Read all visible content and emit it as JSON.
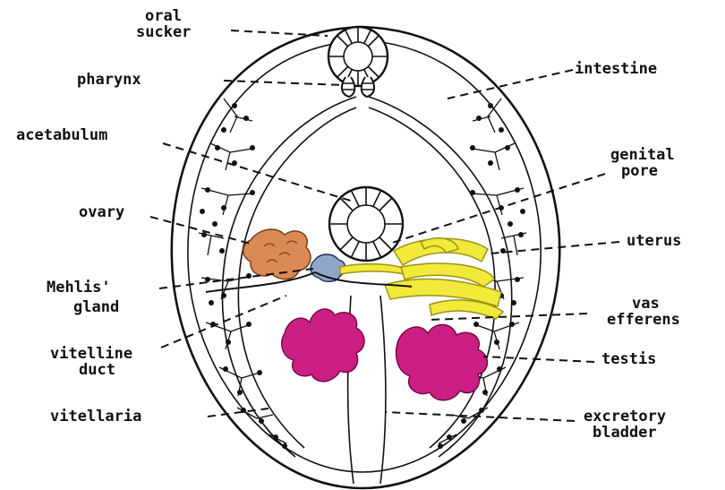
{
  "diagram": {
    "labels": {
      "oral_sucker_1": "oral",
      "oral_sucker_2": "sucker",
      "pharynx": "pharynx",
      "intestine": "intestine",
      "acetabulum": "acetabulum",
      "genital_pore_1": "genital",
      "genital_pore_2": "pore",
      "ovary": "ovary",
      "uterus": "uterus",
      "mehlis_gland_1": "Mehlis'",
      "mehlis_gland_2": "gland",
      "vas_efferens_1": "vas",
      "vas_efferens_2": "efferens",
      "vitelline_duct_1": "vitelline",
      "vitelline_duct_2": "duct",
      "testis": "testis",
      "vitellaria": "vitellaria",
      "excretory_bladder_1": "excretory",
      "excretory_bladder_2": "bladder"
    },
    "colors": {
      "ovary": "#d98a55",
      "mehlis_gland": "#8fa6c8",
      "uterus": "#f2ea3a",
      "testis": "#cc1f86",
      "ink": "#111111"
    }
  }
}
